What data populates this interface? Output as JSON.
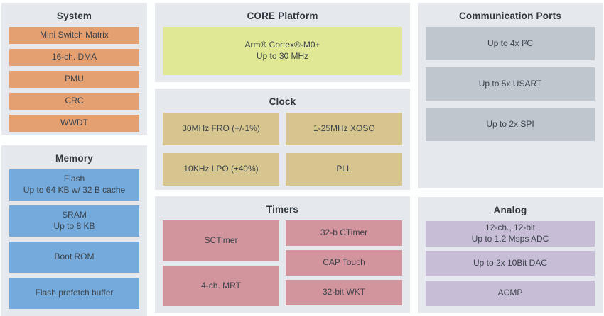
{
  "colors": {
    "page_background": "#fdfefe",
    "panel_background": "#e5e9ed",
    "title_text": "#30373f",
    "block_text": "#3c434b",
    "system_block": "#e5a072",
    "memory_block": "#74aadc",
    "core_block": "#e0e795",
    "clock_block": "#d6c58e",
    "timers_block": "#d2949d",
    "communication_block": "#c0c6ce",
    "analog_block": "#c8bdd6"
  },
  "sections": {
    "system": {
      "title": "System",
      "blocks": [
        {
          "label": "Mini Switch Matrix"
        },
        {
          "label": "16-ch. DMA"
        },
        {
          "label": "PMU"
        },
        {
          "label": "CRC"
        },
        {
          "label": "WWDT"
        }
      ]
    },
    "memory": {
      "title": "Memory",
      "blocks": [
        {
          "label": "Flash",
          "sub": "Up to 64 KB w/ 32 B cache"
        },
        {
          "label": "SRAM",
          "sub": "Up to 8 KB"
        },
        {
          "label": "Boot ROM"
        },
        {
          "label": "Flash prefetch buffer"
        }
      ]
    },
    "core": {
      "title": "CORE Platform",
      "block": {
        "label": "Arm® Cortex®-M0+",
        "sub": "Up to 30 MHz"
      }
    },
    "clock": {
      "title": "Clock",
      "blocks": [
        {
          "label": "30MHz FRO (+/-1%)"
        },
        {
          "label": "1-25MHz XOSC"
        },
        {
          "label": "10KHz LPO (±40%)"
        },
        {
          "label": "PLL"
        }
      ]
    },
    "timers": {
      "title": "Timers",
      "left_blocks": [
        {
          "label": "SCTimer"
        },
        {
          "label": "4-ch. MRT"
        }
      ],
      "right_blocks": [
        {
          "label": "32-b CTimer"
        },
        {
          "label": "CAP Touch"
        },
        {
          "label": "32-bit WKT"
        }
      ]
    },
    "communication": {
      "title": "Communication Ports",
      "blocks": [
        {
          "label": "Up to 4x I²C"
        },
        {
          "label": "Up to 5x USART"
        },
        {
          "label": "Up to 2x SPI"
        }
      ]
    },
    "analog": {
      "title": "Analog",
      "blocks": [
        {
          "label": "12-ch., 12-bit",
          "sub": "Up to 1.2 Msps ADC"
        },
        {
          "label": "Up to 2x 10Bit DAC"
        },
        {
          "label": "ACMP"
        }
      ]
    }
  }
}
